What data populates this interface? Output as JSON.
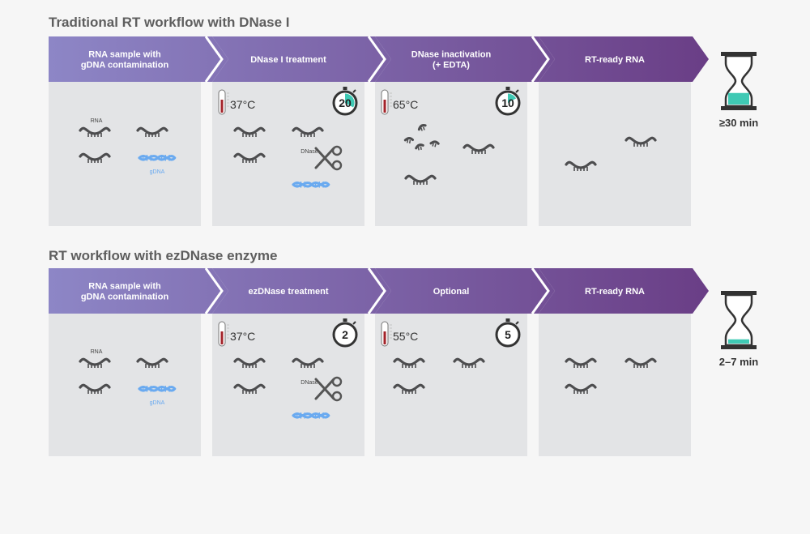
{
  "workflows": [
    {
      "title": "Traditional RT workflow with DNase I",
      "stages": [
        {
          "label_lines": [
            "RNA sample with",
            "gDNA contamination"
          ]
        },
        {
          "label_lines": [
            "DNase I treatment"
          ],
          "temperature": "37°C",
          "timer": "20",
          "timer_fraction": 0.33,
          "enzyme_label": "DNase"
        },
        {
          "label_lines": [
            "DNase inactivation",
            "(+ EDTA)"
          ],
          "temperature": "65°C",
          "timer": "10",
          "timer_fraction": 0.17
        },
        {
          "label_lines": [
            "RT-ready RNA"
          ]
        }
      ],
      "rna_label": "RNA",
      "gdna_label": "gDNA",
      "total_time": "≥30 min",
      "hourglass_bottom_fill": 0.55
    },
    {
      "title": "RT workflow with ezDNase enzyme",
      "stages": [
        {
          "label_lines": [
            "RNA sample with",
            "gDNA contamination"
          ]
        },
        {
          "label_lines": [
            "ezDNase treatment"
          ],
          "temperature": "37°C",
          "timer": "2",
          "timer_fraction": 0.0,
          "enzyme_label": "DNase"
        },
        {
          "label_lines": [
            "Optional"
          ],
          "temperature": "55°C",
          "timer": "5",
          "timer_fraction": 0.0
        },
        {
          "label_lines": [
            "RT-ready RNA"
          ]
        }
      ],
      "rna_label": "RNA",
      "gdna_label": "gDNA",
      "total_time": "2–7 min",
      "hourglass_bottom_fill": 0.2
    }
  ],
  "colors": {
    "arrow_start": "#8d86c6",
    "arrow_end": "#6a3e86",
    "panel": "#e3e4e6",
    "rna": "#4d4d4f",
    "gdna": "#6aaaf0",
    "timer_fill": "#3fc9b4",
    "thermo_red": "#a3232a",
    "hourglass_sand": "#3fc9b4"
  }
}
